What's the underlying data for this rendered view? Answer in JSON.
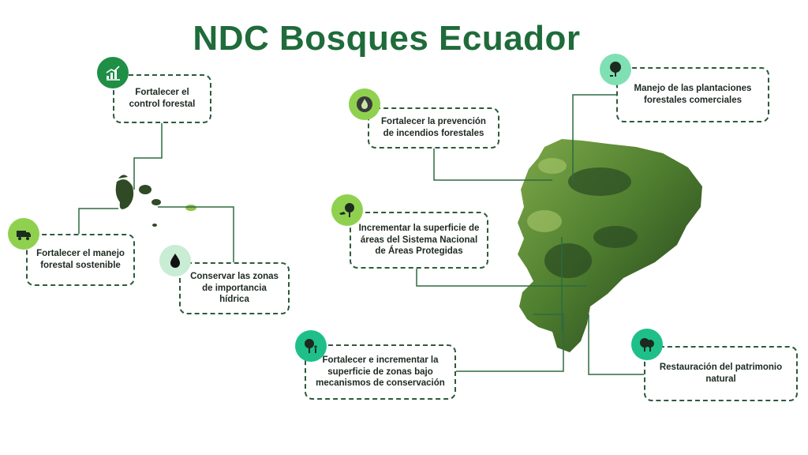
{
  "title": "NDC Bosques Ecuador",
  "colors": {
    "title": "#1f6b3a",
    "line": "#2d6b3f",
    "card_border": "#2d5a3c",
    "icon_dark": "#1f8f46",
    "icon_green": "#8fd14f",
    "icon_mint": "#7fe0b4",
    "icon_teal": "#1fbf8a",
    "icon_light": "#c8ecd4"
  },
  "items": [
    {
      "label": "Fortalecer el control forestal",
      "icon": "pollution-chart-icon"
    },
    {
      "label": "Fortalecer el manejo forestal sostenible",
      "icon": "truck-logging-icon"
    },
    {
      "label": "Conservar las zonas de importancia hídrica",
      "icon": "water-drop-icon"
    },
    {
      "label": "Fortalecer la prevención de incendios forestales",
      "icon": "fire-icon"
    },
    {
      "label": "Incrementar la superficie de áreas del Sistema Nacional de Áreas Protegidas",
      "icon": "tree-animals-icon"
    },
    {
      "label": "Fortalecer e incrementar la superficie de zonas bajo mecanismos de conservación",
      "icon": "tree-person-icon"
    },
    {
      "label": "Manejo de las plantaciones forestales comerciales",
      "icon": "tree-cut-icon"
    },
    {
      "label": "Restauración del patrimonio natural",
      "icon": "forest-icon"
    }
  ]
}
